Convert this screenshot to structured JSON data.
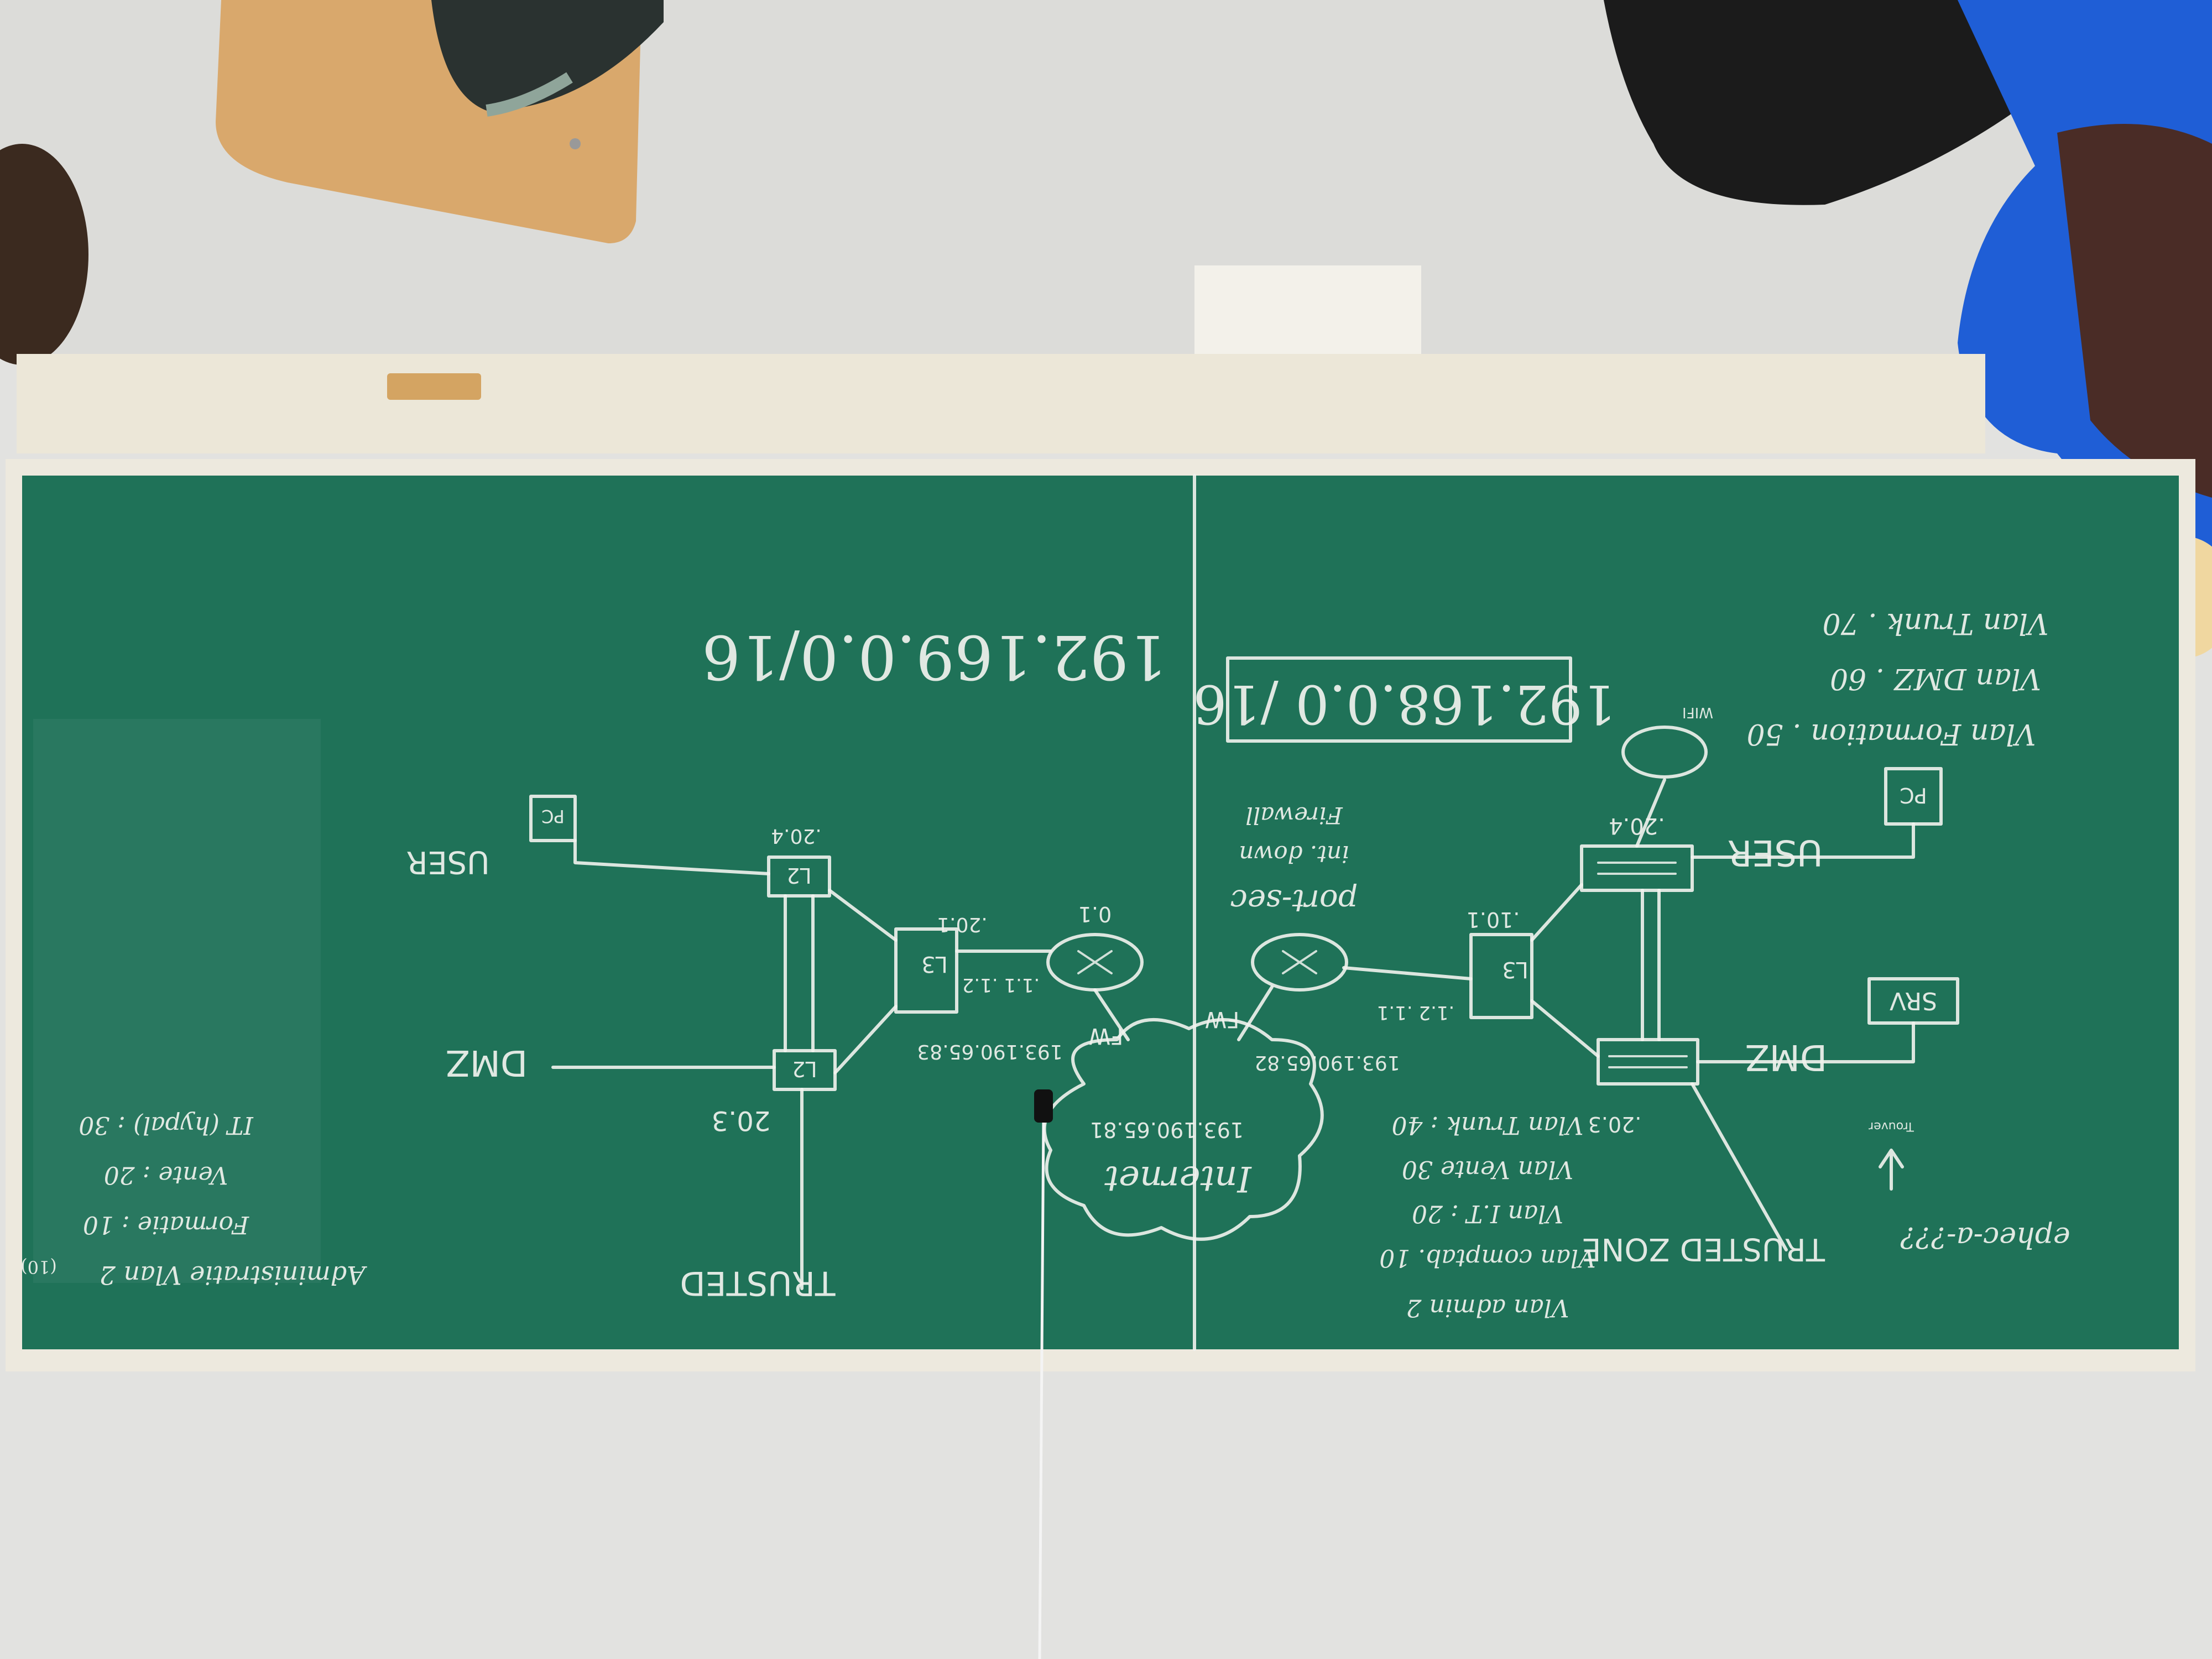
{
  "board": {
    "colors": {
      "board": "#1f7258",
      "frame": "#ede9de",
      "chalk": "#f1f3ee",
      "wall": "#e2e2e0"
    }
  },
  "left_diagram": {
    "network": "192.169.0.0/16",
    "zone": "TRUSTED",
    "nodes": {
      "l3": "L3",
      "l2_top": "L2",
      "l2_bottom": "L2",
      "pc": "PC",
      "user": "USER",
      "dmz": "DMZ"
    },
    "addresses": {
      "l3_ip": ".20.1",
      "fw_link": ".1.1  .1.2",
      "l2_top_ip": ".20.4",
      "l2_bottom_ip": "20.3",
      "fw_ip": "0.1",
      "wan_ip": "193.190.65.83"
    },
    "fw_label": "FW",
    "vlan_list": {
      "title": "Administratie Vlan 2",
      "number": "(10)",
      "items": [
        "Formatie : 10",
        "Vente : 20",
        "IT (hypal) : 30"
      ]
    }
  },
  "internet": {
    "label": "Internet",
    "ip": "193.190.65.81"
  },
  "right_diagram": {
    "network": "192.168.0.0 /16",
    "notes": [
      "port-sec",
      "int. down",
      "Firewall"
    ],
    "zone": "TRUSTED ZONE",
    "nodes": {
      "l3": "L3",
      "pc": "PC",
      "srv": "SRV",
      "user": "USER",
      "dmz": "DMZ",
      "wifi": "WIFI"
    },
    "addresses": {
      "l3_ip": ".10.1",
      "fw_link": ".1.2  .1.1",
      "switch_top_ip": ".20.4",
      "switch_bottom_ip": ".20.3",
      "wan_ip": "193.190.65.82"
    },
    "fw_label": "FW",
    "vlans_left": [
      "Vlan admin 2",
      "Vlan comptab. 10",
      "Vlan I.T : 20",
      "Vlan Vente 30",
      "Vlan Trunk : 40"
    ],
    "vlans_right": [
      "Vlan Formation . 50",
      "Vlan DMZ . 60",
      "Vlan Trunk . 70"
    ],
    "footer": "ephec-a-???",
    "arrow_note": "Trouver"
  }
}
